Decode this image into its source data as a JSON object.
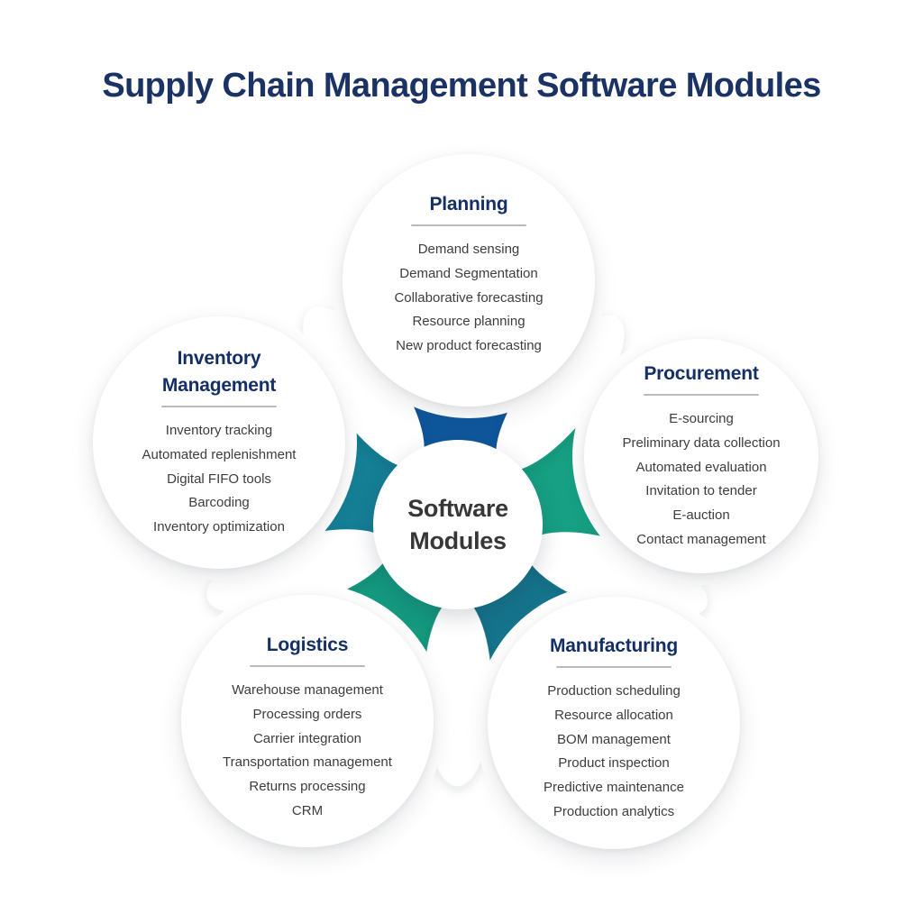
{
  "title": "Supply Chain Management Software Modules",
  "center": {
    "label": "Software Modules"
  },
  "colors": {
    "title_navy": "#1a3264",
    "heading_navy": "#132f66",
    "item_gray": "#3d3d3f",
    "center_gray": "#373739",
    "underline_gray": "#b9babe",
    "background": "#ffffff",
    "circle_white": "#ffffff",
    "petal_planning": "#0f579c",
    "petal_procurement": "#17a083",
    "petal_manufacturing": "#15748c",
    "petal_logistics": "#14997f",
    "petal_inventory": "#157f96"
  },
  "modules": [
    {
      "title": "Planning",
      "items": [
        "Demand sensing",
        "Demand Segmentation",
        "Collaborative forecasting",
        "Resource planning",
        "New product forecasting"
      ]
    },
    {
      "title": "Inventory Management",
      "items": [
        "Inventory tracking",
        "Automated replenishment",
        "Digital FIFO tools",
        "Barcoding",
        "Inventory optimization"
      ]
    },
    {
      "title": "Procurement",
      "items": [
        "E-sourcing",
        "Preliminary data collection",
        "Automated evaluation",
        "Invitation to tender",
        "E-auction",
        "Contact management"
      ]
    },
    {
      "title": "Logistics",
      "items": [
        "Warehouse management",
        "Processing orders",
        "Carrier integration",
        "Transportation management",
        "Returns processing",
        "CRM"
      ]
    },
    {
      "title": "Manufacturing",
      "items": [
        "Production scheduling",
        "Resource allocation",
        "BOM management",
        "Product inspection",
        "Predictive maintenance",
        "Production analytics"
      ]
    }
  ]
}
